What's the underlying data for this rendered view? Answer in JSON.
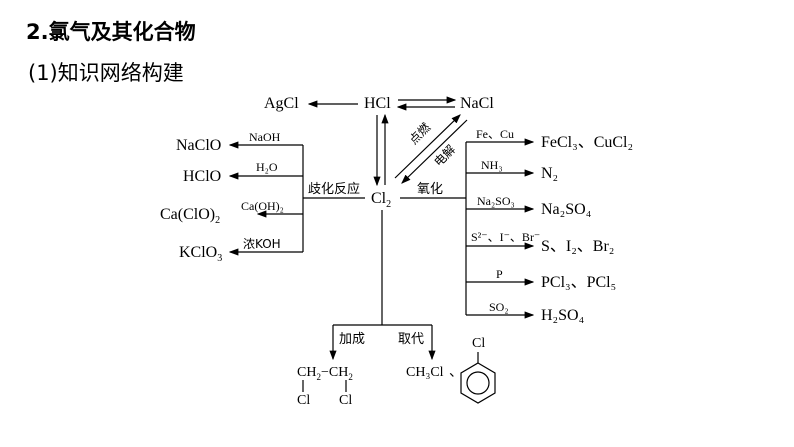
{
  "title": "2.氯气及其化合物",
  "subtitle": "(1)知识网络构建",
  "nodes": {
    "agcl": "AgCl",
    "hcl": "HCl",
    "nacl": "NaCl",
    "cl2": "Cl",
    "cl2_sub": "2",
    "naclo": "NaClO",
    "hclo": "HClO",
    "caclo2_a": "Ca(ClO)",
    "caclo2_sub": "2",
    "kclo3_a": "KClO",
    "kclo3_sub": "3",
    "fecl3_cucl2": "FeCl₃、CuCl₂",
    "n2": "N₂",
    "na2so4": "Na₂SO₄",
    "s_i2_br2": "S、I₂、Br₂",
    "pcl": "PCl₃、PCl₅",
    "h2so4": "H₂SO₄"
  },
  "edge_labels": {
    "naoh": "NaOH",
    "h2o": "H₂O",
    "caoh2": "Ca(OH)₂",
    "koh": "浓KOH",
    "disproportion": "歧化反应",
    "ignite": "点燃",
    "electrolysis": "电解",
    "oxidation": "氧化",
    "fecu": "Fe、Cu",
    "nh3": "NH₃",
    "na2so3": "Na₂SO₃",
    "halides": "S²⁻、I⁻、Br⁻",
    "p": "P",
    "so2": "SO₂",
    "addition": "加成",
    "substitution": "取代"
  },
  "products": {
    "ch2_left": "CH",
    "ch2_sub": "2",
    "ch2_right": "CH",
    "ch2_right_sub": "2",
    "dash": "−",
    "cl_left": "Cl",
    "cl_right": "Cl",
    "ch3cl": "CH₃Cl",
    "sep": "、",
    "benzene_cl": "Cl"
  }
}
